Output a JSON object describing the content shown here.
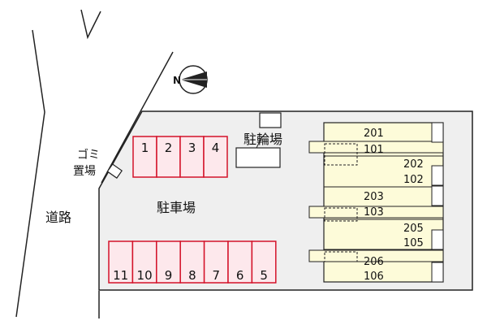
{
  "labels": {
    "road": "道路",
    "parking": "駐車場",
    "bicycle_parking": "駐輪場",
    "garbage_line1": "ゴミ",
    "garbage_line2": "置場",
    "north": "N"
  },
  "parking_top": [
    "1",
    "2",
    "3",
    "4"
  ],
  "parking_bottom": [
    "11",
    "10",
    "9",
    "8",
    "7",
    "6",
    "5"
  ],
  "units": [
    "201",
    "101",
    "202",
    "102",
    "203",
    "103",
    "205",
    "105",
    "206",
    "106"
  ],
  "colors": {
    "parking_stroke": "#d4122a",
    "parking_fill": "#fde8ec",
    "lot_fill": "#efefef",
    "building_fill": "#fdfbd9",
    "line": "#222222"
  }
}
